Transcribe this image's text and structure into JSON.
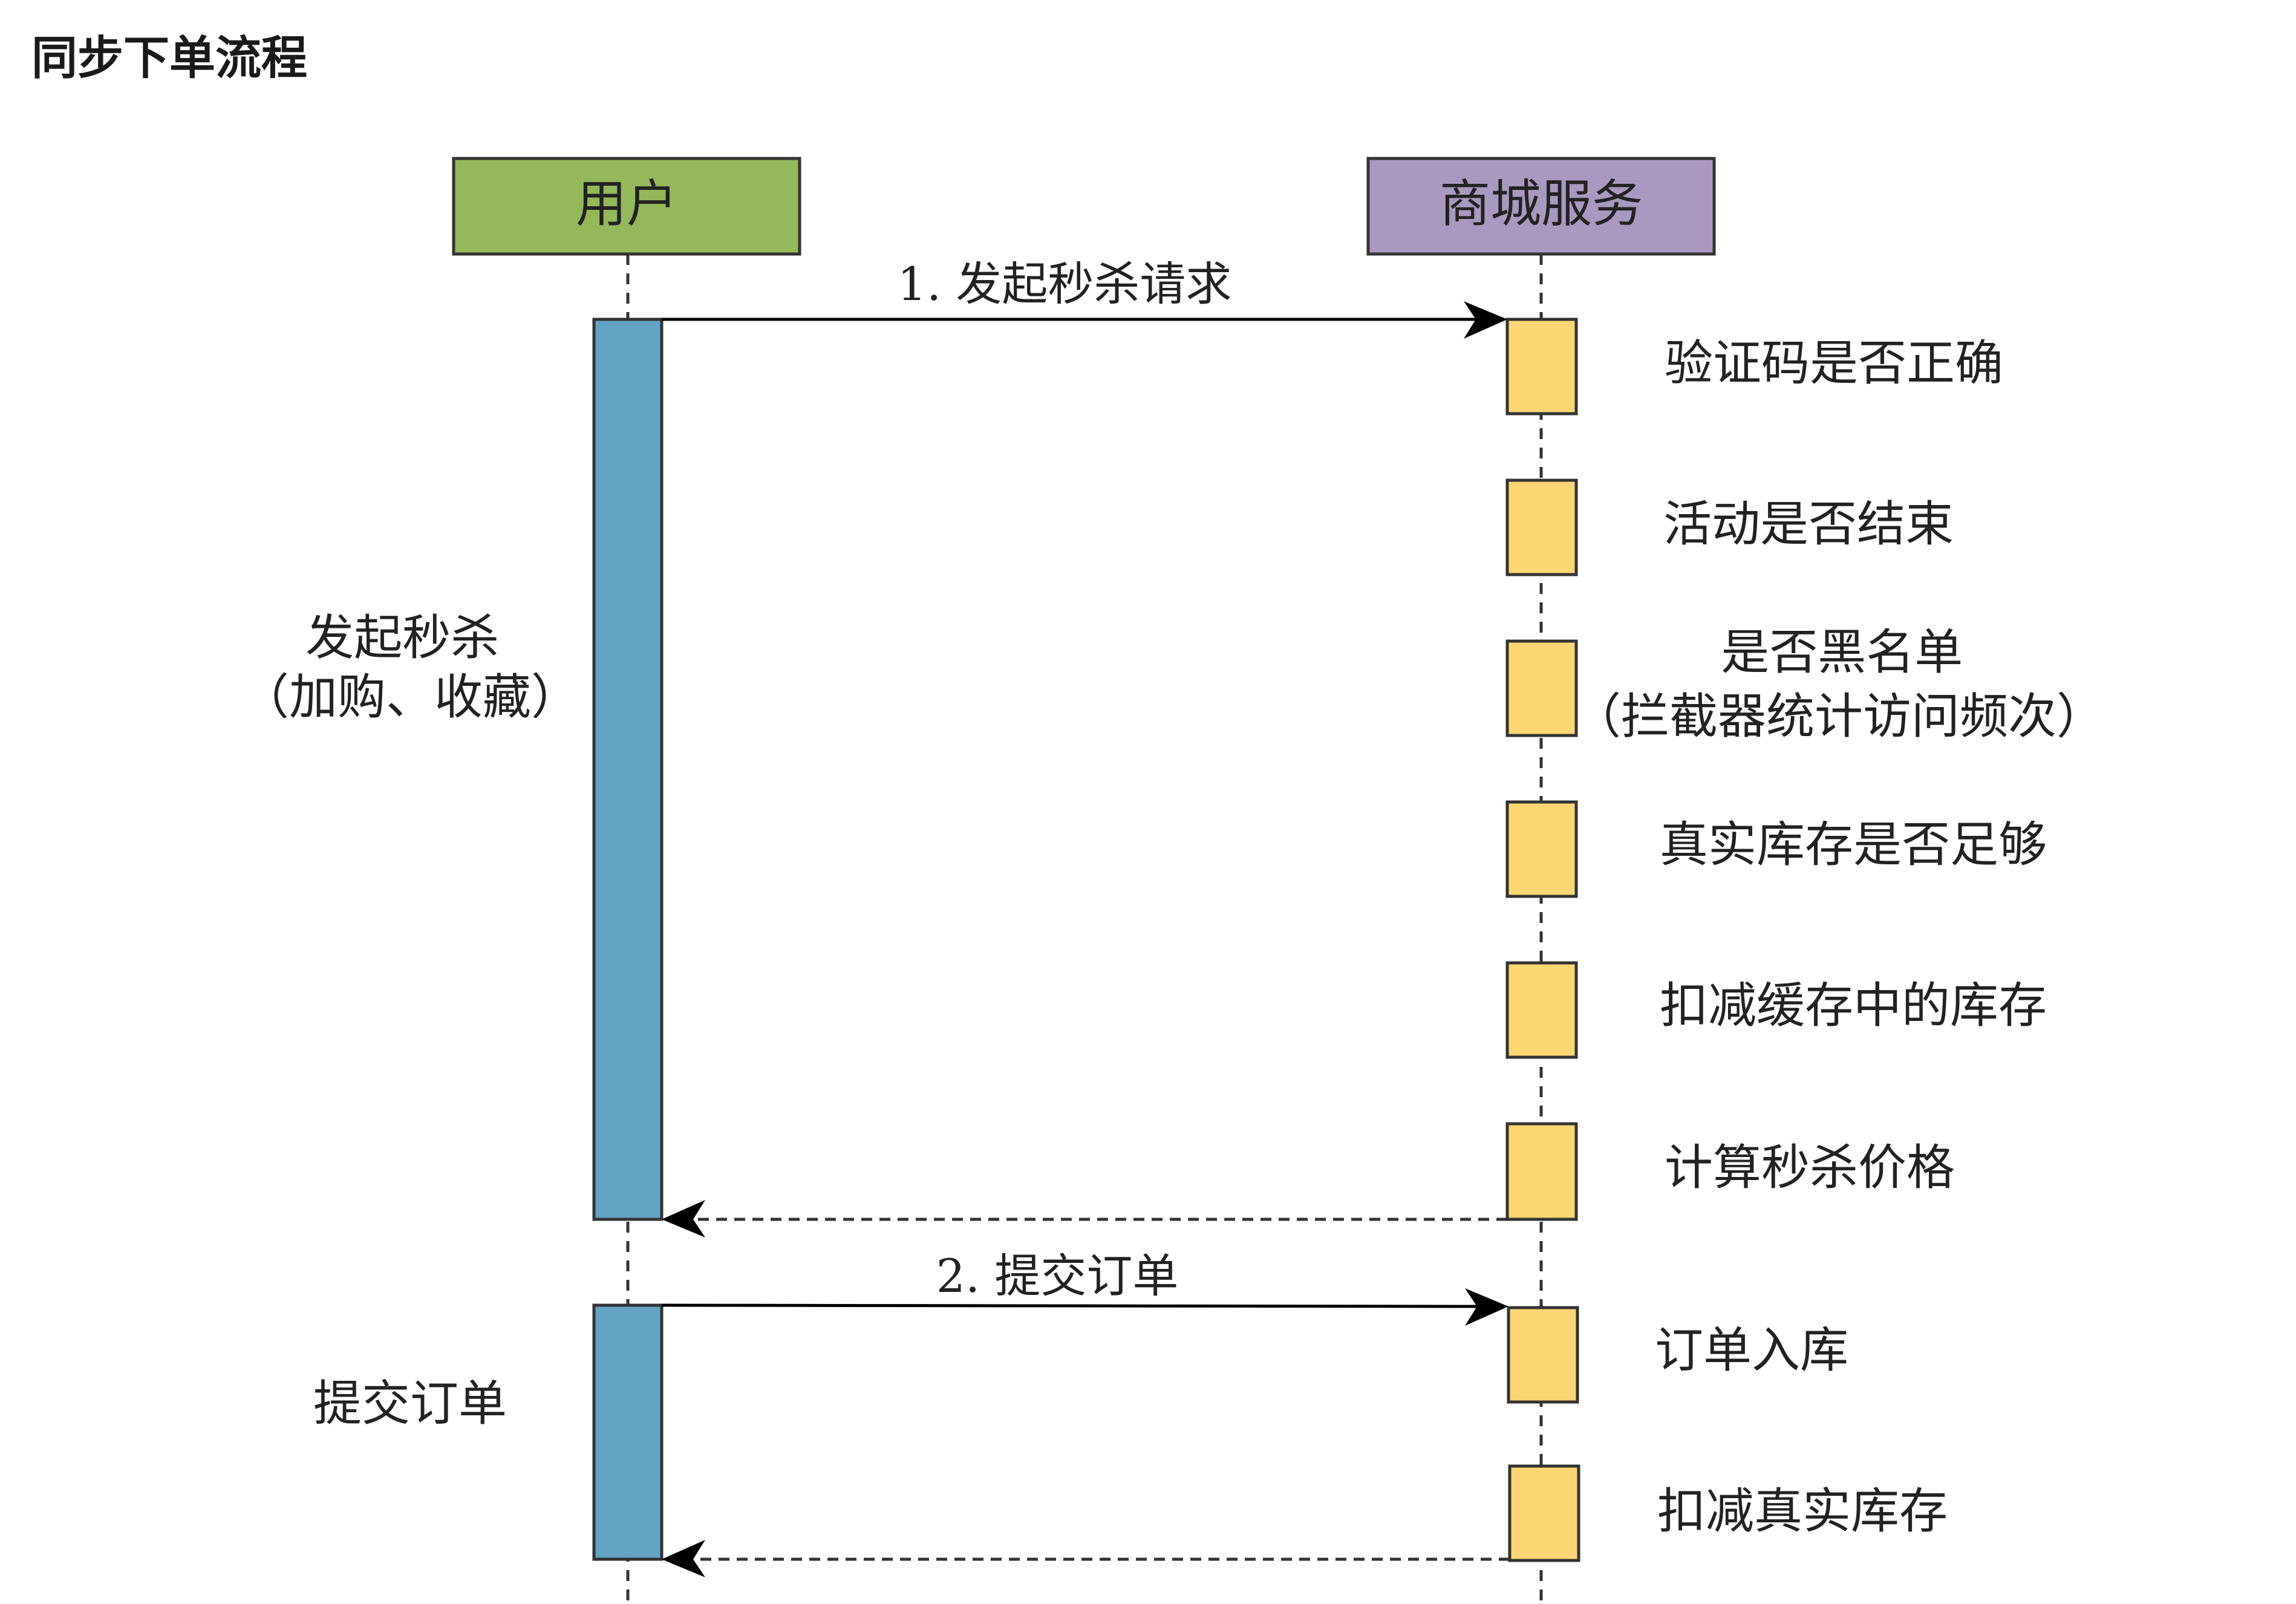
{
  "title": "同步下单流程",
  "participants": {
    "user": {
      "label": "用户",
      "color": "#94b85a"
    },
    "service": {
      "label": "商城服务",
      "color": "#a998bf"
    }
  },
  "colors": {
    "user_activation": "#63a3c3",
    "service_activation": "#fbd672"
  },
  "messages": [
    {
      "label": "1. 发起秒杀请求",
      "type": "request"
    },
    {
      "label": "",
      "type": "return"
    },
    {
      "label": "2. 提交订单",
      "type": "request"
    },
    {
      "label": "",
      "type": "return"
    }
  ],
  "phases": [
    {
      "lines": [
        "发起秒杀",
        "（加购、收藏）"
      ]
    },
    {
      "lines": [
        "提交订单"
      ]
    }
  ],
  "steps": [
    {
      "lines": [
        "验证码是否正确"
      ]
    },
    {
      "lines": [
        "活动是否结束"
      ]
    },
    {
      "lines": [
        "是否黑名单",
        "（拦截器统计访问频次）"
      ]
    },
    {
      "lines": [
        "真实库存是否足够"
      ]
    },
    {
      "lines": [
        "扣减缓存中的库存"
      ]
    },
    {
      "lines": [
        "计算秒杀价格"
      ]
    },
    {
      "lines": [
        "订单入库"
      ]
    },
    {
      "lines": [
        "扣减真实库存"
      ]
    }
  ]
}
